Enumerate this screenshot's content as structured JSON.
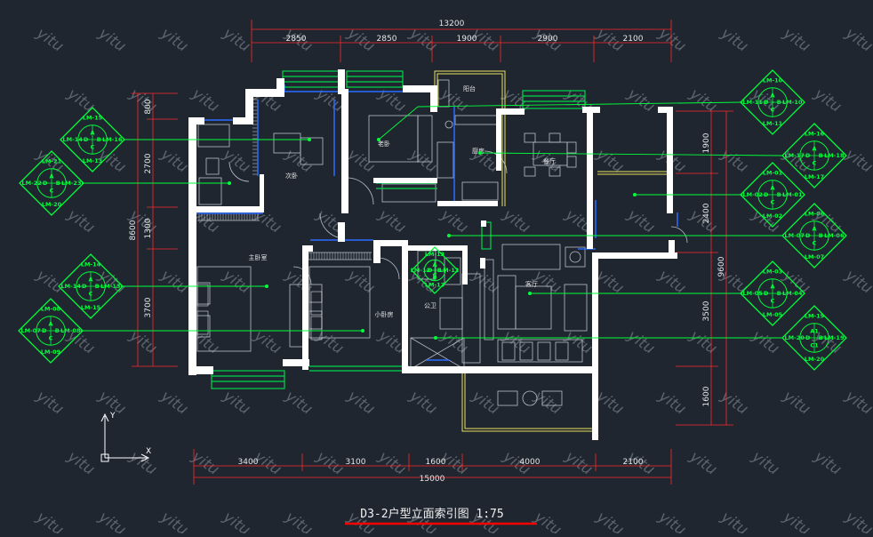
{
  "title": "D3-2户型立面索引图 1:75",
  "watermark": "yitu",
  "colors": {
    "background": "#1f2630",
    "wall": "#ffffff",
    "dimension": "#ff2a2a",
    "index_line": "#00ff3a",
    "window": "#00d84a",
    "furniture": "#b9c0c8",
    "title_underline": "#ff0000"
  },
  "dimensions": {
    "top_total": "13200",
    "top_segments": [
      "2850",
      "2850",
      "1900",
      "2900",
      "2100"
    ],
    "bottom_total": "15000",
    "bottom_segments": [
      "3400",
      "3100",
      "1600",
      "4000",
      "2100"
    ],
    "left_total": "8600",
    "left_segments": [
      "800",
      "2700",
      "1300",
      "3700"
    ],
    "right_total": "9600",
    "right_segments": [
      "1900",
      "2400",
      "3500",
      "1600"
    ]
  },
  "rooms": {
    "bedroom_secondary": "次卧",
    "bedroom_elder": "老卧",
    "balcony": "阳台",
    "kitchen": "厨房",
    "dining": "餐厅",
    "master_bedroom": "主卧室",
    "small_bedroom": "小卧房",
    "living_room": "客厅",
    "public_bath": "公卫"
  },
  "index_symbols": [
    {
      "id": "idx-l1",
      "labels": [
        "A",
        "D",
        "B",
        "C"
      ],
      "codes": [
        "LM-15",
        "LM-14",
        "LM-16",
        "LM-13"
      ]
    },
    {
      "id": "idx-l2",
      "labels": [
        "A",
        "D",
        "B",
        "C"
      ],
      "codes": [
        "LM-21",
        "LM-22",
        "LM-23",
        "LM-20"
      ]
    },
    {
      "id": "idx-l3",
      "labels": [
        "A",
        "D",
        "B",
        "C"
      ],
      "codes": [
        "LM-14",
        "LM-14",
        "LM-13",
        "LM-15"
      ]
    },
    {
      "id": "idx-l4",
      "labels": [
        "A",
        "D",
        "B",
        "C"
      ],
      "codes": [
        "LM-08",
        "LM-07",
        "LM-08",
        "LM-09"
      ]
    },
    {
      "id": "idx-c1",
      "labels": [
        "A",
        "D",
        "B",
        "C"
      ],
      "codes": [
        "LM-13",
        "LM-12",
        "LM-12",
        "LM-13"
      ]
    },
    {
      "id": "idx-r1",
      "labels": [
        "A",
        "D",
        "B",
        "C"
      ],
      "codes": [
        "LM-10",
        "LM-11",
        "LM-10",
        "LM-11"
      ]
    },
    {
      "id": "idx-r2",
      "labels": [
        "A",
        "D",
        "B",
        "C"
      ],
      "codes": [
        "LM-16",
        "LM-17",
        "LM-18",
        "LM-17"
      ]
    },
    {
      "id": "idx-r3",
      "labels": [
        "A",
        "D",
        "B",
        "C"
      ],
      "codes": [
        "LM-01",
        "LM-02",
        "LM-01",
        "LM-02"
      ]
    },
    {
      "id": "idx-r4",
      "labels": [
        "A",
        "D",
        "B",
        "C"
      ],
      "codes": [
        "LM-06",
        "LM-07",
        "LM-06",
        "LM-07"
      ]
    },
    {
      "id": "idx-r5",
      "labels": [
        "A",
        "D",
        "B",
        "C"
      ],
      "codes": [
        "LM-03",
        "LM-05",
        "LM-04",
        "LM-05"
      ]
    },
    {
      "id": "idx-r6",
      "labels": [
        "A1",
        "D",
        "B",
        "C1"
      ],
      "codes": [
        "LM-19",
        "LM-20",
        "LM-19",
        "LM-20"
      ]
    }
  ]
}
